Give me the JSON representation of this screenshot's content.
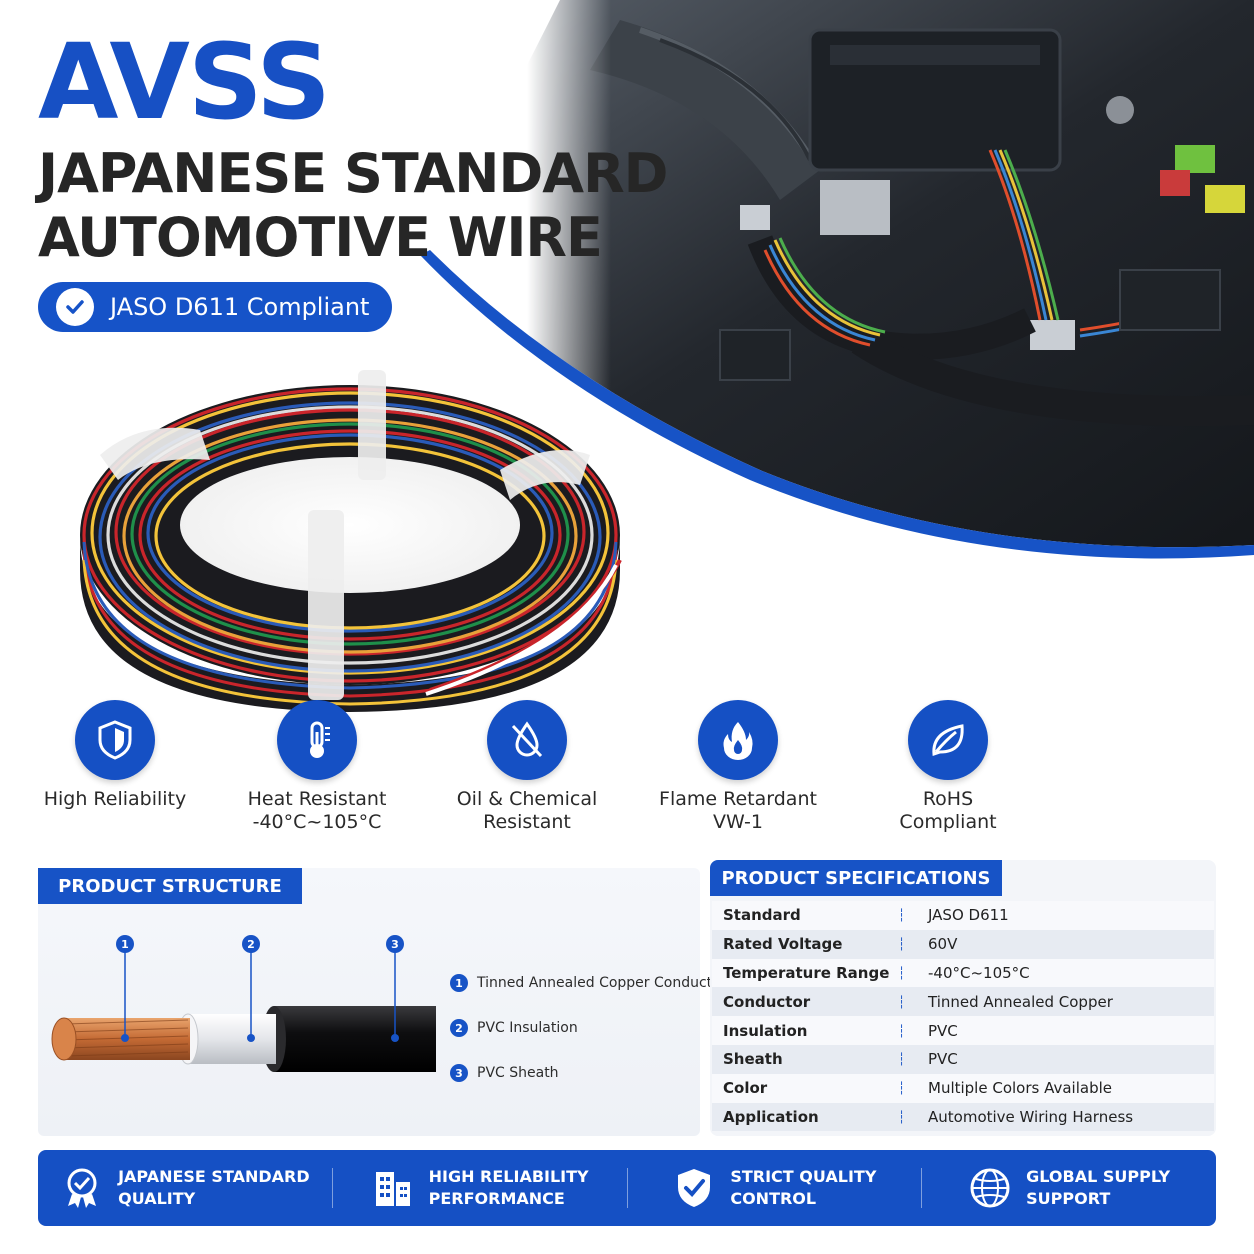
{
  "headline": {
    "brand": "AVSS",
    "subtitle_line1": "JAPANESE STANDARD",
    "subtitle_line2": "AUTOMOTIVE WIRE",
    "badge": "JASO D611 Compliant"
  },
  "features": [
    {
      "icon": "shield-icon",
      "line1": "High Reliability",
      "line2": ""
    },
    {
      "icon": "thermometer-icon",
      "line1": "Heat Resistant",
      "line2": "-40°C~105°C"
    },
    {
      "icon": "oil-drop-icon",
      "line1": "Oil & Chemical",
      "line2": "Resistant"
    },
    {
      "icon": "flame-icon",
      "line1": "Flame Retardant",
      "line2": "VW-1"
    },
    {
      "icon": "leaf-icon",
      "line1": "RoHS",
      "line2": "Compliant"
    }
  ],
  "structure": {
    "title": "PRODUCT STRUCTURE",
    "callouts": [
      "1",
      "2",
      "3"
    ],
    "legend": [
      {
        "num": "1",
        "text": "Tinned Annealed Copper Conductor"
      },
      {
        "num": "2",
        "text": "PVC Insulation"
      },
      {
        "num": "3",
        "text": "PVC Sheath"
      }
    ]
  },
  "specs": {
    "title": "PRODUCT SPECIFICATIONS",
    "rows": [
      {
        "key": "Standard",
        "value": "JASO D611"
      },
      {
        "key": "Rated Voltage",
        "value": "60V"
      },
      {
        "key": "Temperature Range",
        "value": "-40°C~105°C"
      },
      {
        "key": "Conductor",
        "value": "Tinned Annealed Copper"
      },
      {
        "key": "Insulation",
        "value": "PVC"
      },
      {
        "key": "Sheath",
        "value": "PVC"
      },
      {
        "key": "Color",
        "value": "Multiple Colors Available"
      },
      {
        "key": "Application",
        "value": "Automotive Wiring Harness"
      }
    ]
  },
  "bottom_bar": [
    {
      "icon": "medal-icon",
      "line1": "JAPANESE STANDARD",
      "line2": "QUALITY"
    },
    {
      "icon": "building-icon",
      "line1": "HIGH RELIABILITY",
      "line2": "PERFORMANCE"
    },
    {
      "icon": "shield-check-icon",
      "line1": "STRICT QUALITY",
      "line2": "CONTROL"
    },
    {
      "icon": "globe-icon",
      "line1": "GLOBAL SUPPLY",
      "line2": "SUPPORT"
    }
  ],
  "colors": {
    "brand_blue": "#1753c6",
    "text_dark": "#262626"
  }
}
